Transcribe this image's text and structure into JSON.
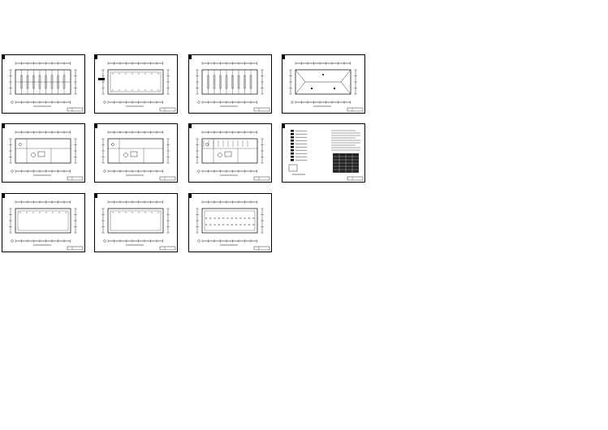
{
  "drawing": {
    "sheet_count": 11,
    "sheets": [
      {
        "id": "s1",
        "kind": "grid-plan"
      },
      {
        "id": "s2",
        "kind": "equipment-plan"
      },
      {
        "id": "s3",
        "kind": "column-plan"
      },
      {
        "id": "s4",
        "kind": "roof-plan"
      },
      {
        "id": "s5",
        "kind": "furniture-plan"
      },
      {
        "id": "s6",
        "kind": "room-plan"
      },
      {
        "id": "s7",
        "kind": "dense-room-plan"
      },
      {
        "id": "s8",
        "kind": "notes-legend"
      },
      {
        "id": "s9",
        "kind": "outline-plan"
      },
      {
        "id": "s10",
        "kind": "light-plan"
      },
      {
        "id": "s11",
        "kind": "fixture-plan"
      }
    ]
  }
}
